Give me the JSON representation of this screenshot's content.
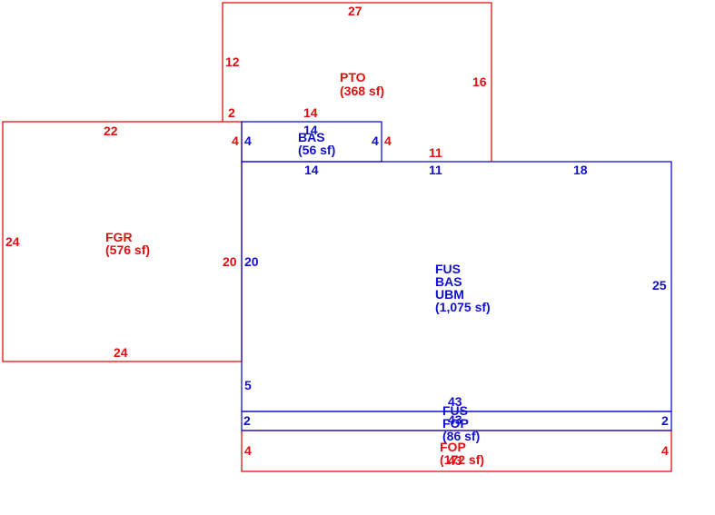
{
  "colors": {
    "red": "#dd1111",
    "blue": "#1111cc",
    "background": "#ffffff"
  },
  "areas": {
    "pto": {
      "lines": [
        "PTO",
        "(368 sf)"
      ]
    },
    "fgr": {
      "lines": [
        "FGR",
        "(576 sf)"
      ]
    },
    "bas_small": {
      "lines": [
        "BAS",
        "(56 sf)"
      ],
      "overlap": "14"
    },
    "main": {
      "lines": [
        "FUS",
        "BAS",
        "UBM",
        "(1,075 sf)"
      ]
    },
    "fus_fop": {
      "lines": [
        "FUS",
        "FOP",
        "(86 sf)"
      ]
    },
    "fop": {
      "lines": [
        "FOP",
        "(172 sf)"
      ]
    }
  },
  "dimensions": {
    "pto_top": "27",
    "pto_left": "12",
    "pto_right": "16",
    "pto_left_step": "2",
    "pto_bottom_left": "14",
    "pto_bottom_right": "11",
    "fgr_top": "22",
    "fgr_left": "24",
    "fgr_bottom": "24",
    "fgr_right": "20",
    "fgr_small_right": "4",
    "bas_left": "4",
    "bas_right_blue": "4",
    "bas_right_red": "4",
    "bas_bottom": "14",
    "main_top_mid": "11",
    "main_top_right": "18",
    "main_left": "20",
    "main_right": "25",
    "main_left_low": "5",
    "strip_top": "43",
    "strip_top_overlap": "43",
    "strip_left": "2",
    "strip_right": "2",
    "fop_left": "4",
    "fop_right": "4",
    "fop_bottom": "43"
  }
}
